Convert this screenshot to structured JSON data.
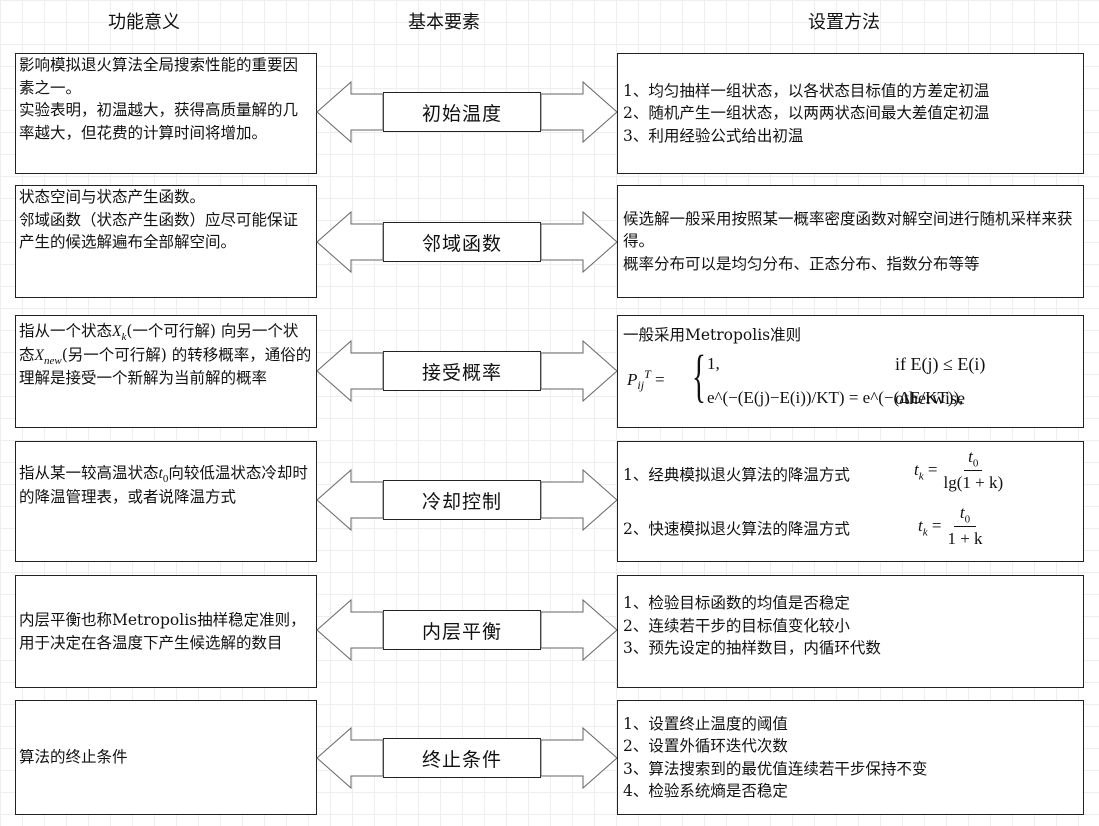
{
  "headers": {
    "function": "功能意义",
    "element": "基本要素",
    "method": "设置方法"
  },
  "rows": [
    {
      "element": "初始温度",
      "function_lines": [
        "影响模拟退火算法全局搜索性能的重要因素之一。",
        "实验表明，初温越大，获得高质量解的几率越大，但花费的计算时间将增加。"
      ],
      "method_lines": [
        "1、均匀抽样一组状态，以各状态目标值的方差定初温",
        "2、随机产生一组状态，以两两状态间最大差值定初温",
        "3、利用经验公式给出初温"
      ]
    },
    {
      "element": "邻域函数",
      "function_lines": [
        "状态空间与状态产生函数。",
        "邻域函数（状态产生函数）应尽可能保证产生的候选解遍布全部解空间。"
      ],
      "method_lines": [
        "候选解一般采用按照某一概率密度函数对解空间进行随机采样来获得。",
        "概率分布可以是均匀分布、正态分布、指数分布等等"
      ]
    },
    {
      "element": "接受概率",
      "function_parts": [
        "指从一个状态",
        "X",
        "k",
        "(一个可行解) 向另一个状态",
        "X",
        "new",
        "(另一个可行解) 的转移概率，通俗的理解是接受一个新解为当前解的概率"
      ],
      "method_intro": "一般采用Metropolis准则",
      "formula": {
        "lhs": "P",
        "lhs_sub": "ij",
        "lhs_sup": "T",
        "case1_value": "1,",
        "case1_cond": "if  E(j) ≤ E(i)",
        "case2_value": "e^(−(E(j)−E(i))/KT) = e^(−(ΔE/KT)),",
        "case2_cond": "otherwise"
      }
    },
    {
      "element": "冷却控制",
      "function_parts": [
        "指从某一较高温状态",
        "t",
        "0",
        "向较低温状态冷却时的降温管理表，或者说降温方式"
      ],
      "method_lines": [
        "1、经典模拟退火算法的降温方式",
        "2、快速模拟退火算法的降温方式"
      ],
      "formula1": {
        "lhs": "t",
        "lhs_sub": "k",
        "num": "t",
        "num_sub": "0",
        "den": "lg(1 + k)"
      },
      "formula2": {
        "lhs": "t",
        "lhs_sub": "k",
        "num": "t",
        "num_sub": "0",
        "den": "1 + k"
      }
    },
    {
      "element": "内层平衡",
      "function_lines": [
        "内层平衡也称Metropolis抽样稳定准则，用于决定在各温度下产生候选解的数目"
      ],
      "method_lines": [
        "1、检验目标函数的均值是否稳定",
        "2、连续若干步的目标值变化较小",
        "3、预先设定的抽样数目，内循环代数"
      ]
    },
    {
      "element": "终止条件",
      "function_lines": [
        "算法的终止条件"
      ],
      "method_lines": [
        "1、设置终止温度的阈值",
        "2、设置外循环迭代次数",
        "3、算法搜索到的最优值连续若干步保持不变",
        "4、检验系统熵是否稳定"
      ]
    }
  ]
}
